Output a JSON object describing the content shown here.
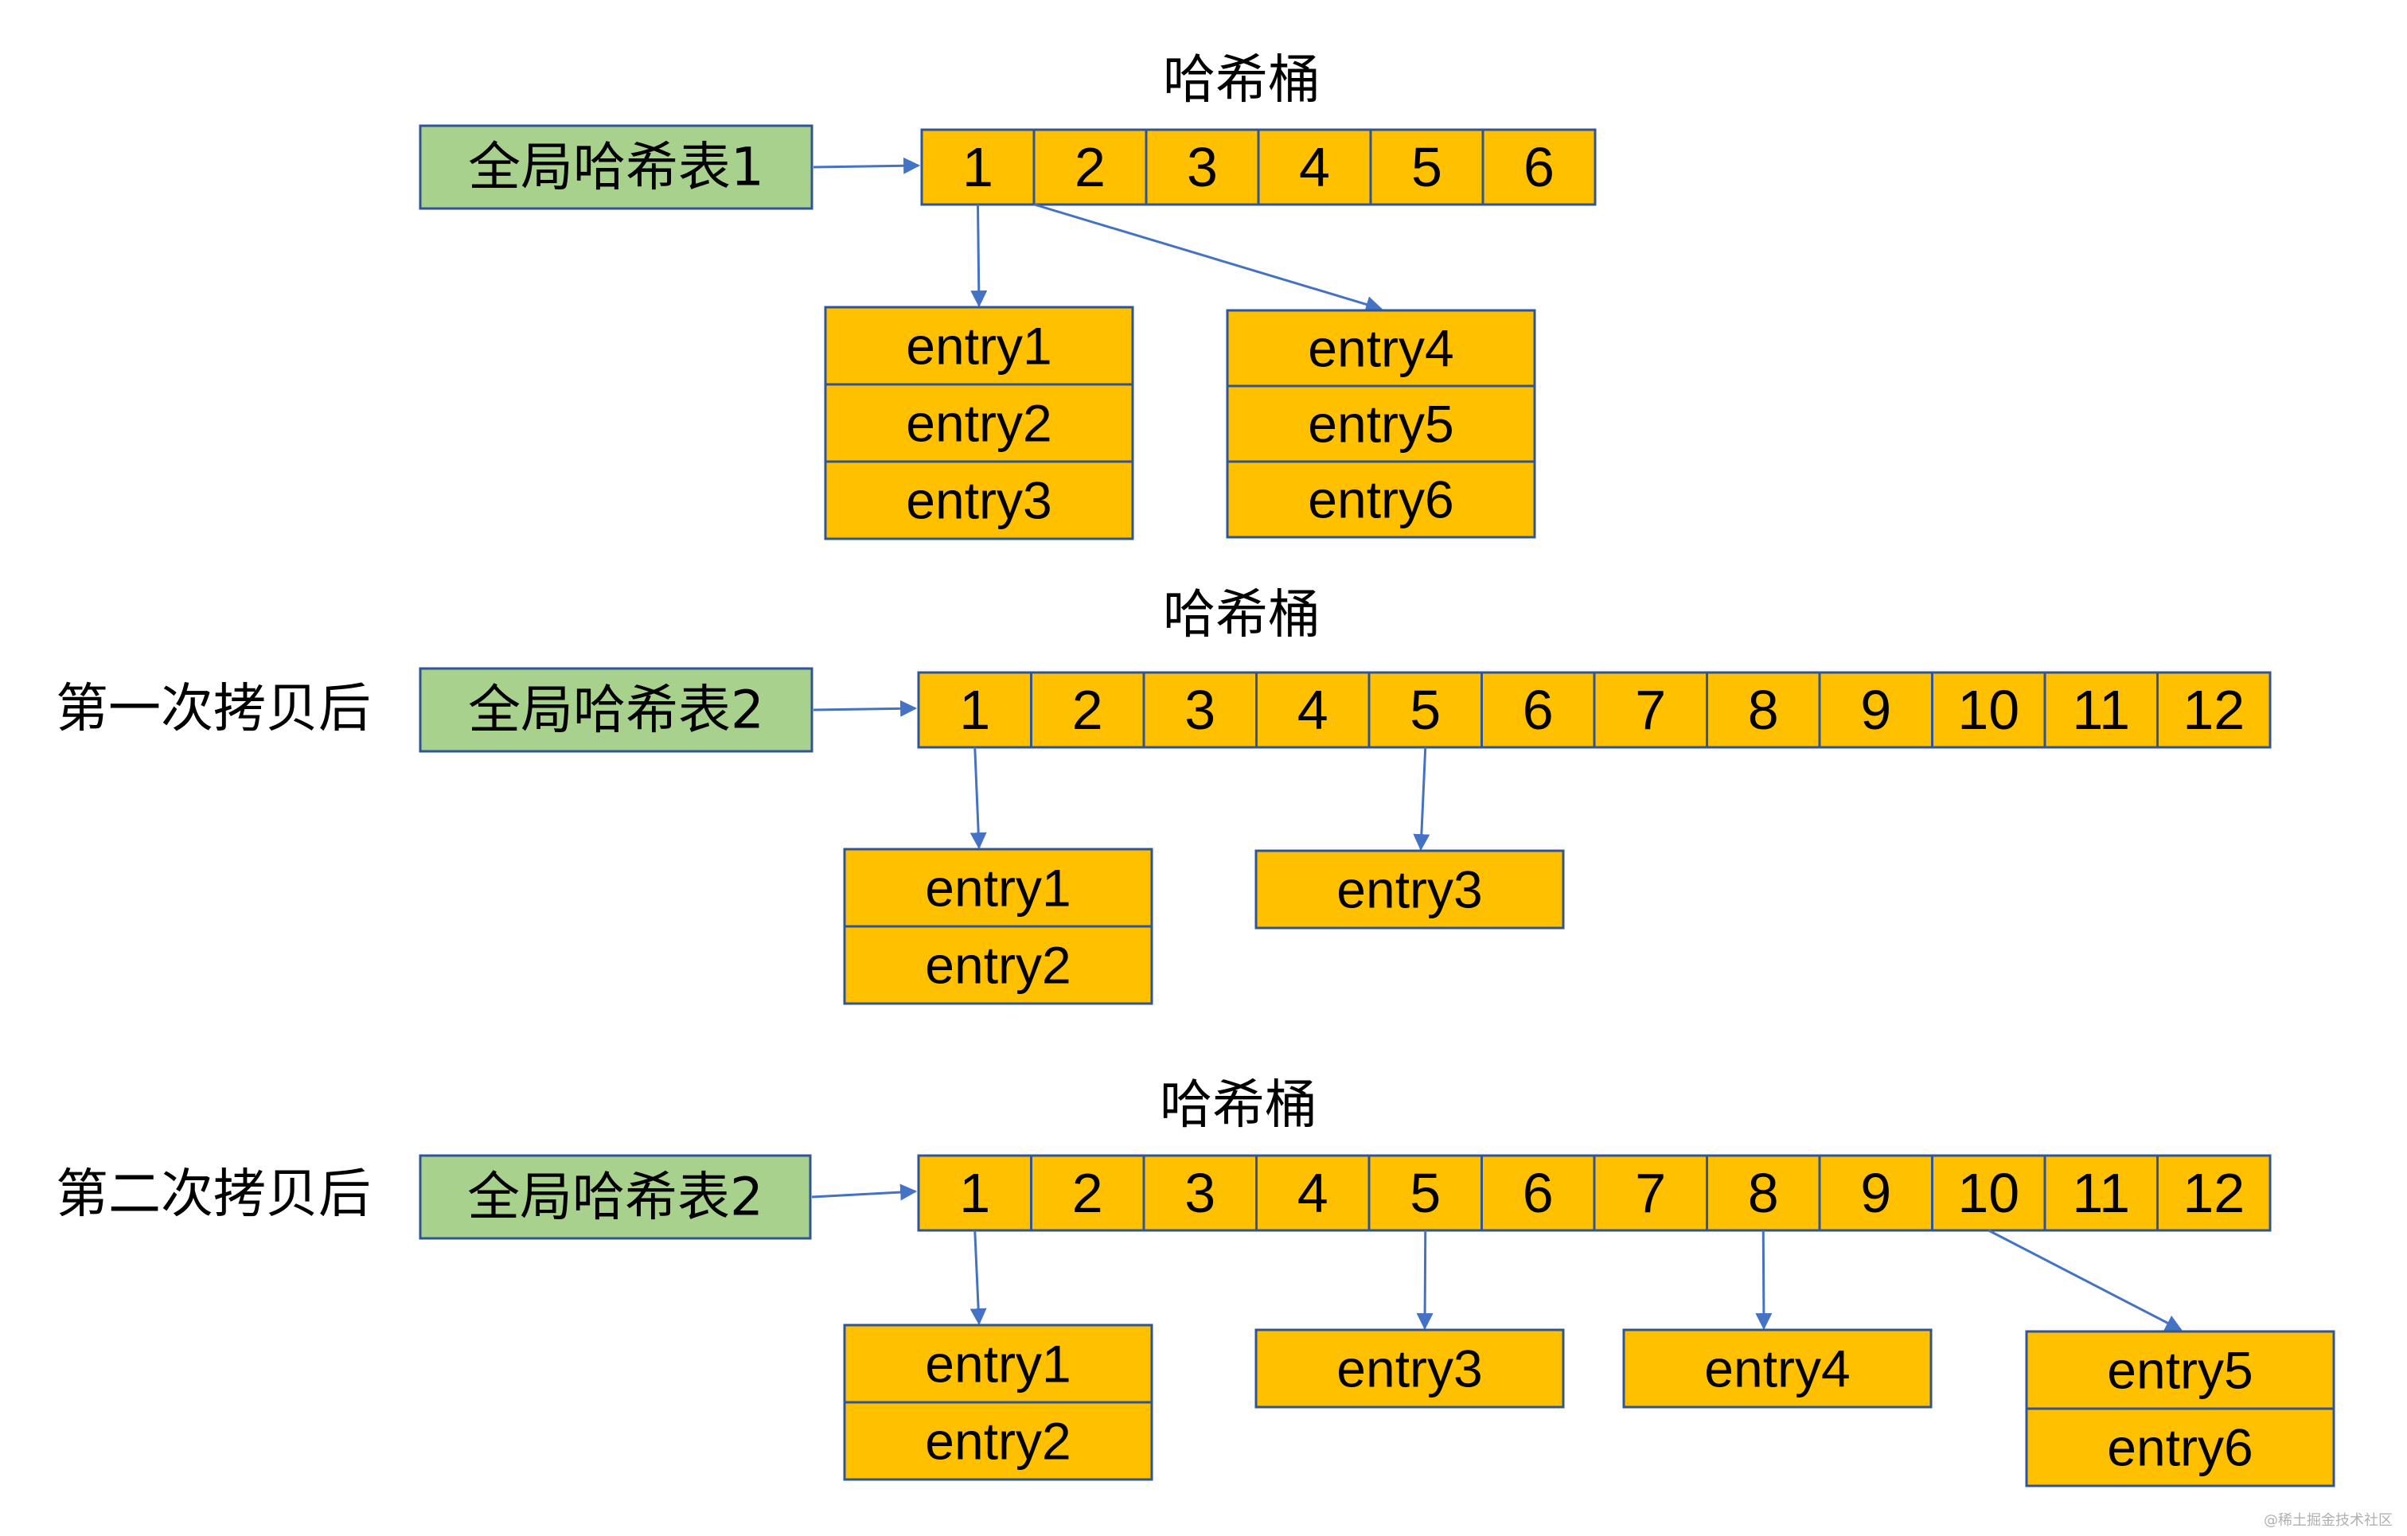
{
  "colors": {
    "bucket_fill": "#FFC000",
    "bucket_stroke": "#2F5597",
    "table_fill": "#A9D18E",
    "table_stroke": "#2F5597",
    "arrow": "#4472C4",
    "text": "#000000"
  },
  "sections": [
    {
      "id": "original",
      "row_label": "",
      "bucket_title": "哈希桶",
      "table_label": "全局哈希表1",
      "buckets": [
        "1",
        "2",
        "3",
        "4",
        "5",
        "6"
      ],
      "chains": [
        {
          "bucket": "1",
          "entries": [
            "entry1",
            "entry2",
            "entry3"
          ]
        },
        {
          "bucket": "2",
          "entries": [
            "entry4",
            "entry5",
            "entry6"
          ]
        }
      ]
    },
    {
      "id": "first-copy",
      "row_label": "第一次拷贝后",
      "bucket_title": "哈希桶",
      "table_label": "全局哈希表2",
      "buckets": [
        "1",
        "2",
        "3",
        "4",
        "5",
        "6",
        "7",
        "8",
        "9",
        "10",
        "11",
        "12"
      ],
      "chains": [
        {
          "bucket": "1",
          "entries": [
            "entry1",
            "entry2"
          ]
        },
        {
          "bucket": "5",
          "entries": [
            "entry3"
          ]
        }
      ]
    },
    {
      "id": "second-copy",
      "row_label": "第二次拷贝后",
      "bucket_title": "哈希桶",
      "table_label": "全局哈希表2",
      "buckets": [
        "1",
        "2",
        "3",
        "4",
        "5",
        "6",
        "7",
        "8",
        "9",
        "10",
        "11",
        "12"
      ],
      "chains": [
        {
          "bucket": "1",
          "entries": [
            "entry1",
            "entry2"
          ]
        },
        {
          "bucket": "5",
          "entries": [
            "entry3"
          ]
        },
        {
          "bucket": "8",
          "entries": [
            "entry4"
          ]
        },
        {
          "bucket": "10",
          "entries": [
            "entry5",
            "entry6"
          ]
        }
      ]
    }
  ],
  "watermark": "@稀土掘金技术社区"
}
